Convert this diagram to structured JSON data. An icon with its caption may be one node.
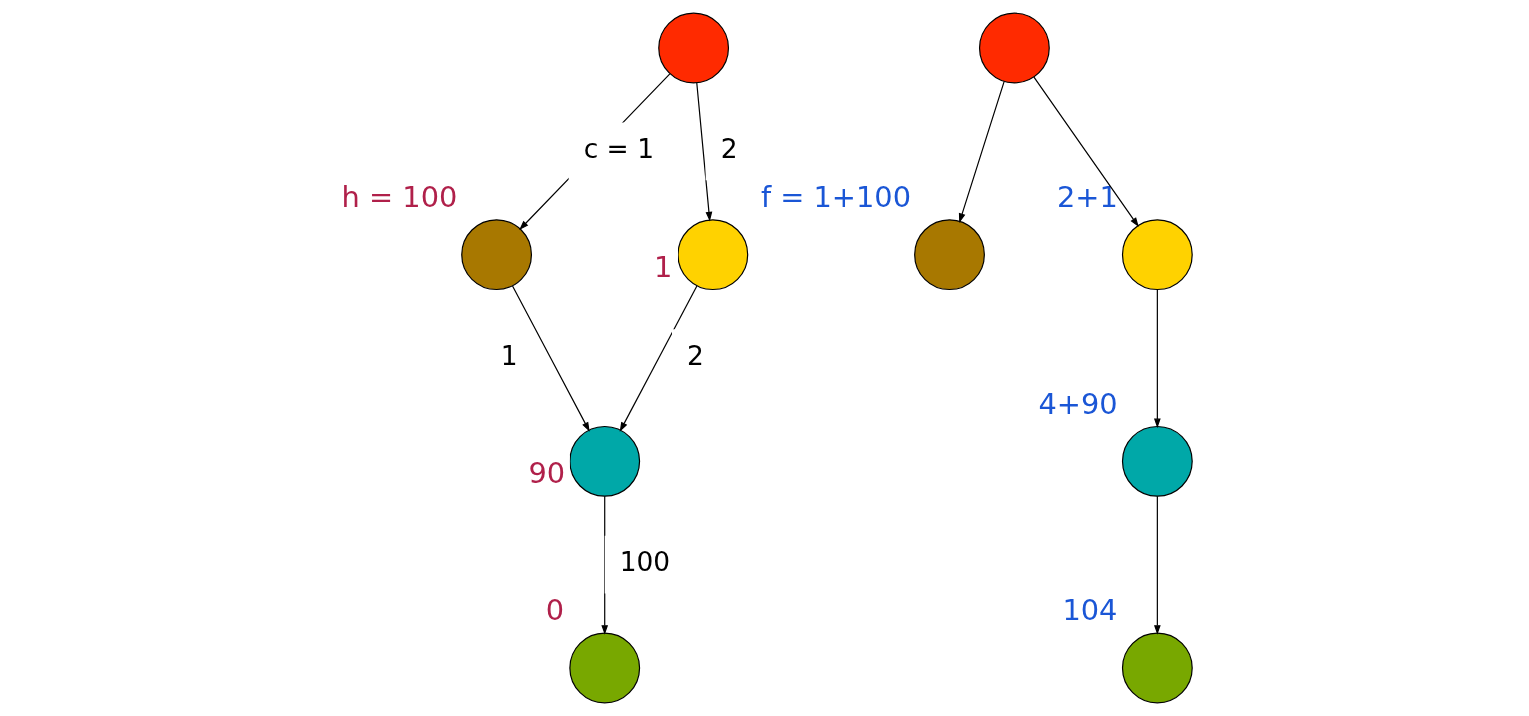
{
  "diagram": {
    "nodes": [
      {
        "text": [],
        "shape": "circle"
      },
      {
        "text": [],
        "shape": "circle",
        "beside": [
          "h = 100"
        ]
      },
      {
        "text": [],
        "shape": "circle",
        "beside": [
          "1"
        ]
      },
      {
        "text": [],
        "shape": "circle",
        "beside": [
          "90"
        ]
      },
      {
        "text": [],
        "shape": "circle",
        "beside": [
          "0"
        ]
      },
      {
        "text": [],
        "shape": "circle"
      },
      {
        "text": [],
        "shape": "circle",
        "beside": [
          "f = 1+100"
        ]
      },
      {
        "text": [],
        "shape": "circle",
        "beside": [
          "2+1"
        ]
      },
      {
        "text": [],
        "shape": "circle",
        "beside": [
          "4+90"
        ]
      },
      {
        "text": [],
        "shape": "circle",
        "beside": [
          "104"
        ]
      }
    ],
    "edges": [
      {
        "from": 0,
        "to": 1,
        "arrow": "to",
        "label": "c = 1"
      },
      {
        "from": 0,
        "to": 2,
        "arrow": "to",
        "label": "2"
      },
      {
        "from": 1,
        "to": 3,
        "arrow": "to",
        "label": "1"
      },
      {
        "from": 2,
        "to": 3,
        "arrow": "to",
        "label": "2"
      },
      {
        "from": 3,
        "to": 4,
        "arrow": "to",
        "label": "100"
      },
      {
        "from": 5,
        "to": 6,
        "arrow": "to"
      },
      {
        "from": 5,
        "to": 7,
        "arrow": "to"
      },
      {
        "from": 7,
        "to": 8,
        "arrow": "to"
      },
      {
        "from": 8,
        "to": 9,
        "arrow": "to"
      }
    ]
  }
}
